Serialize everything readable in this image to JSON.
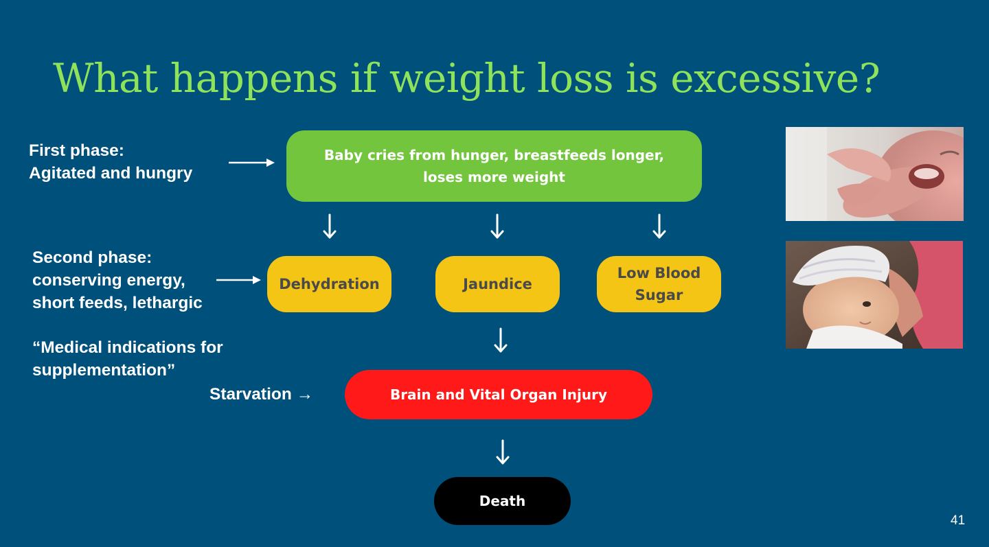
{
  "slide": {
    "title": "What happens if weight loss is excessive?",
    "page_number": "41"
  },
  "phases": {
    "first_line1": "First phase:",
    "first_line2": "Agitated and hungry",
    "second_line1": "Second phase:",
    "second_line2": "conserving energy,",
    "second_line3": "short feeds, lethargic",
    "medical_line1": "“Medical indications for",
    "medical_line2": "supplementation”",
    "starvation": "Starvation →"
  },
  "flow": {
    "top_line1": "Baby cries from hunger, breastfeeds longer,",
    "top_line2": "loses more weight",
    "dehydration": "Dehydration",
    "jaundice": "Jaundice",
    "low_blood_line1": "Low Blood",
    "low_blood_line2": "Sugar",
    "injury": "Brain and Vital Organ Injury",
    "death": "Death"
  },
  "colors": {
    "background": "#00507c",
    "title": "#8fe35a",
    "green_box": "#72c53c",
    "yellow_box": "#f4c514",
    "red_box": "#ff1919",
    "black_box": "#000000"
  },
  "images": {
    "photo_top": "crying-baby-photo",
    "photo_bottom": "newborn-in-hat-photo"
  }
}
